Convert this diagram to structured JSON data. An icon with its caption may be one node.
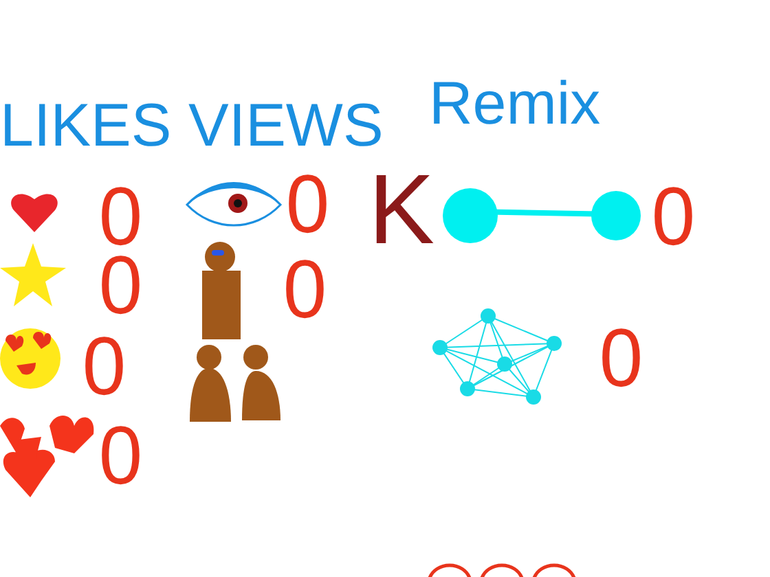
{
  "diagram": {
    "labels": [
      "LIKES",
      "VIEWS",
      "Remix",
      "0",
      "0",
      "K",
      "0",
      "0",
      "0",
      "0",
      "0",
      "0"
    ]
  }
}
